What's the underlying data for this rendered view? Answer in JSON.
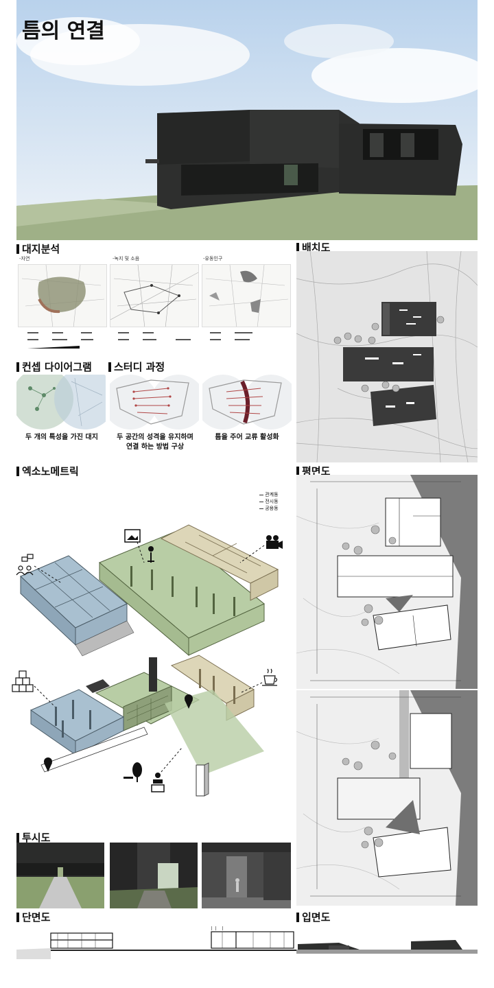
{
  "title": "틈의 연결",
  "sections": {
    "site_analysis": "대지분석",
    "site_plan": "배치도",
    "concept": "컨셉 다이어그램",
    "study": "스터디 과정",
    "axonometric": "엑소노메트릭",
    "floor_plan": "평면도",
    "perspective": "투시도",
    "section": "단면도",
    "elevation": "입면도"
  },
  "site_analysis": {
    "map_labels": [
      "-자연",
      "-녹지 및 소음",
      "-유동인구"
    ]
  },
  "concept": {
    "caption": "두 개의 특성을 가진 대지"
  },
  "study": {
    "caption_1": "두 공간의 성격을 유지하며\n연결 하는 방법 구상",
    "caption_2": "틈을 주어 교류 활성화"
  },
  "axonometric": {
    "legend": [
      "관계동",
      "전시동",
      "공용동"
    ]
  },
  "colors": {
    "sky": "#cfe0f0",
    "grass": "#9fb087",
    "building": "#2e2f2e",
    "axo_blue": "#a9c0d0",
    "axo_green": "#b8cda5",
    "axo_beige": "#ddd6b8"
  }
}
